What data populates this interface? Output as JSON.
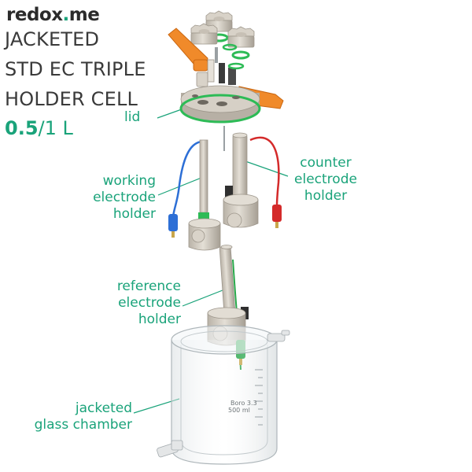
{
  "brand": {
    "name_start": "redox",
    "name_dot": ".",
    "name_end": "me",
    "accent_color": "#1aa37a"
  },
  "title": {
    "line1": "JACKETED",
    "line2": "STD EC TRIPLE",
    "line3": "HOLDER CELL"
  },
  "capacity": {
    "primary": "0.5",
    "secondary": "/1 L"
  },
  "labels": {
    "lid": "lid",
    "working": [
      "working",
      "electrode",
      "holder"
    ],
    "counter": [
      "counter",
      "electrode",
      "holder"
    ],
    "reference": [
      "reference",
      "electrode",
      "holder"
    ],
    "glass": [
      "jacketed",
      "glass chamber"
    ]
  },
  "beaker_marking": {
    "line1": "Boro 3.3",
    "line2": "500 ml"
  },
  "colors": {
    "orange_handles": "#f08a2a",
    "plastic": "#cfc8bd",
    "blue_cable": "#2d6fd6",
    "red_cable": "#d42a2a",
    "green_cable": "#28a84a"
  }
}
